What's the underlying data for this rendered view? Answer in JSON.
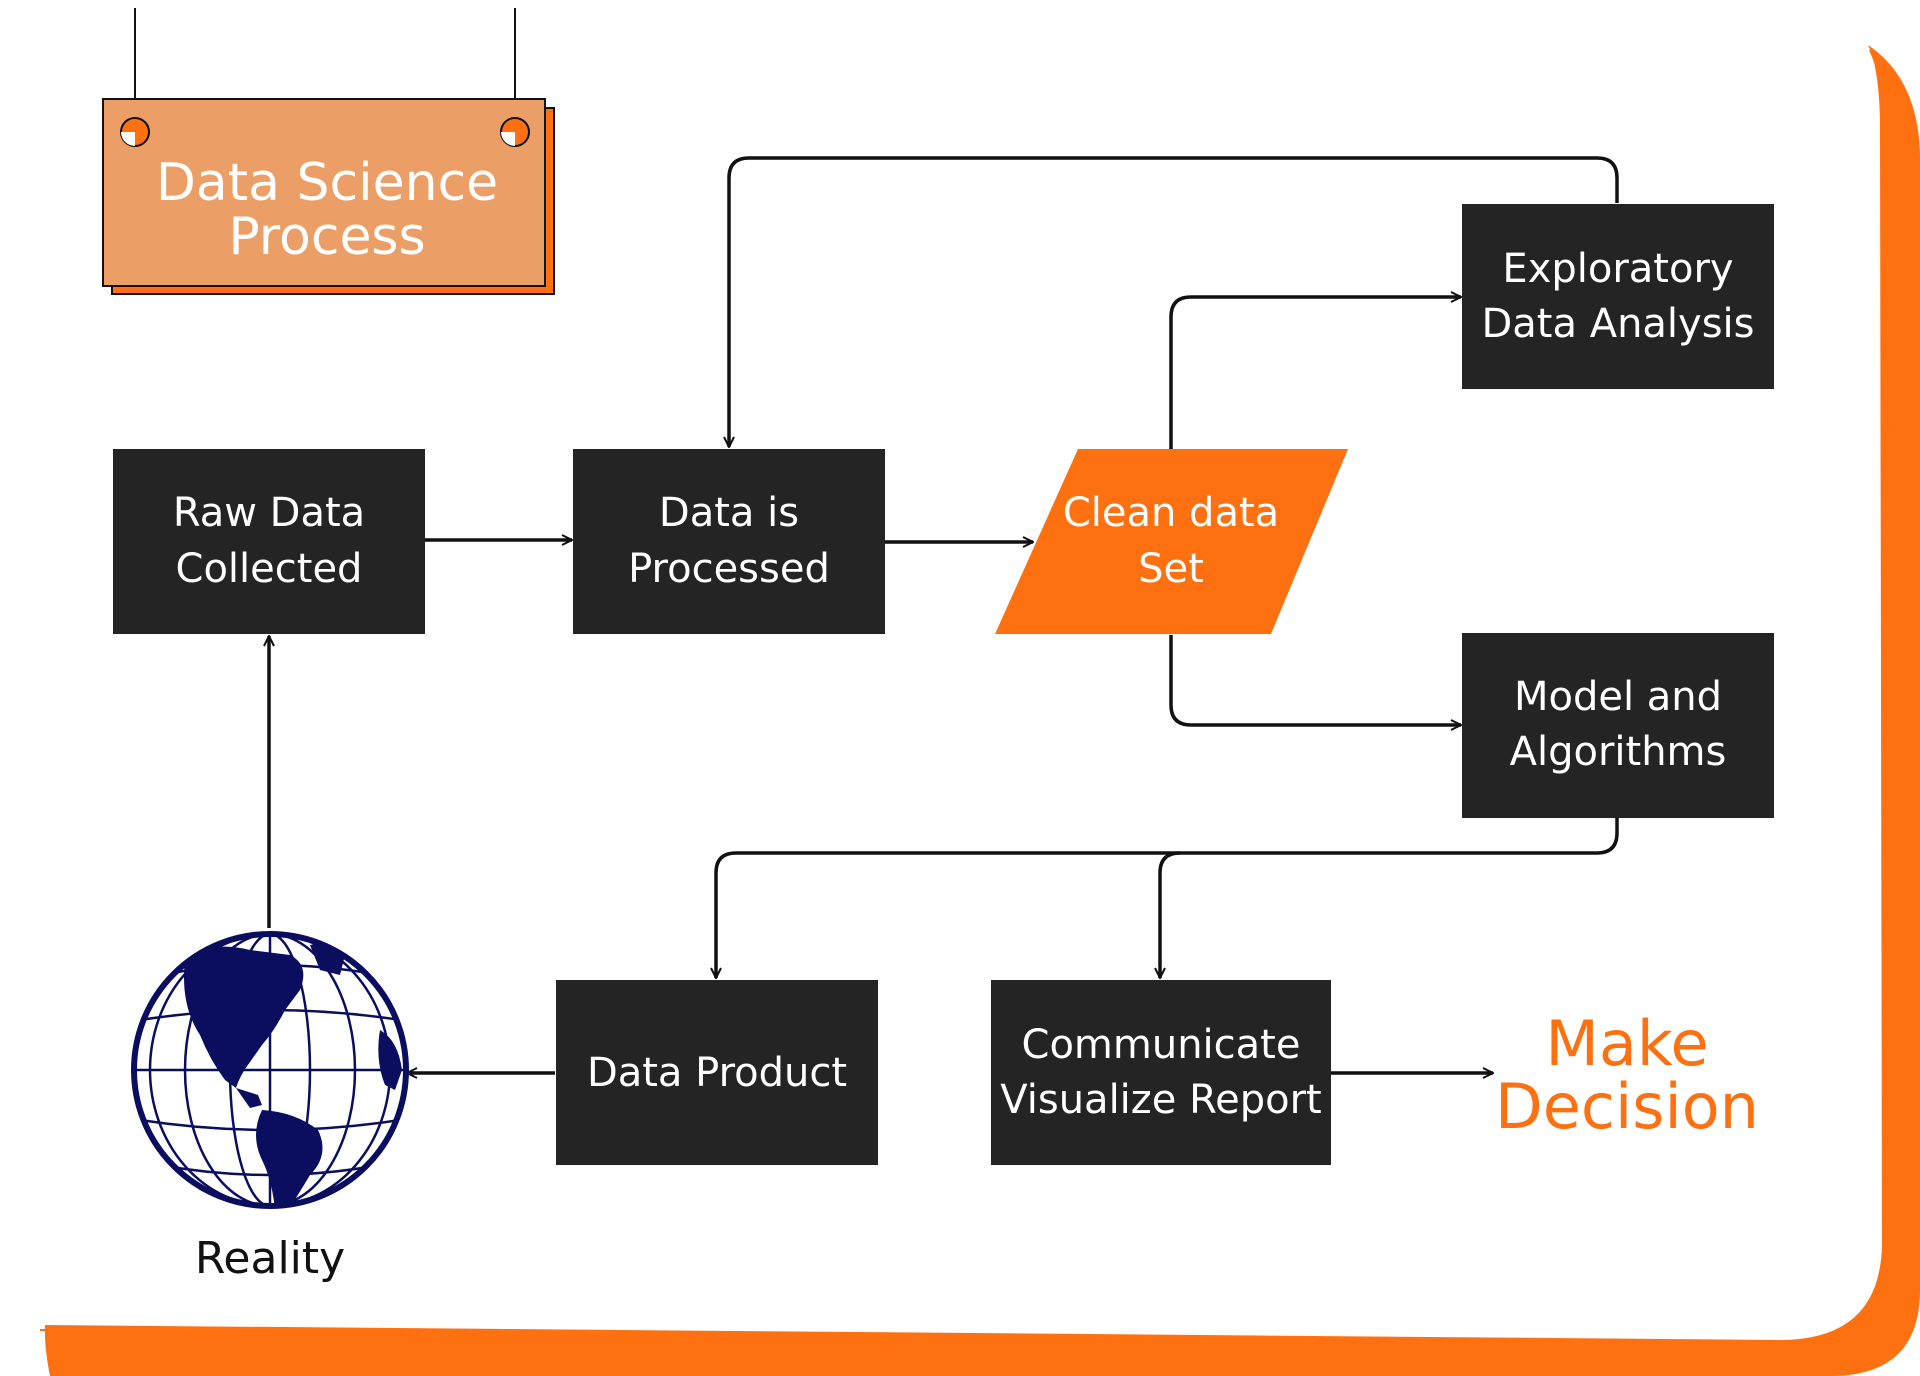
{
  "colors": {
    "accent": "#ff7010",
    "sign": "#eb9f66",
    "box": "#242424",
    "text_light": "#ffffff",
    "text_dark": "#111111",
    "globe": "#0b0e5e"
  },
  "diagram": {
    "title": {
      "line1": "Data Science",
      "line2": "Process"
    },
    "nodes": {
      "raw_data": {
        "line1": "Raw Data",
        "line2": "Collected"
      },
      "processed": {
        "line1": "Data is",
        "line2": "Processed"
      },
      "clean": {
        "line1": "Clean data",
        "line2": "Set"
      },
      "eda": {
        "line1": "Exploratory",
        "line2": "Data Analysis"
      },
      "model": {
        "line1": "Model and",
        "line2": "Algorithms"
      },
      "product": {
        "line1": "Data Product"
      },
      "communicate": {
        "line1": "Communicate",
        "line2": "Visualize Report"
      },
      "decision": {
        "line1": "Make",
        "line2": "Decision"
      },
      "reality": {
        "label": "Reality",
        "icon": "globe-icon"
      }
    }
  }
}
